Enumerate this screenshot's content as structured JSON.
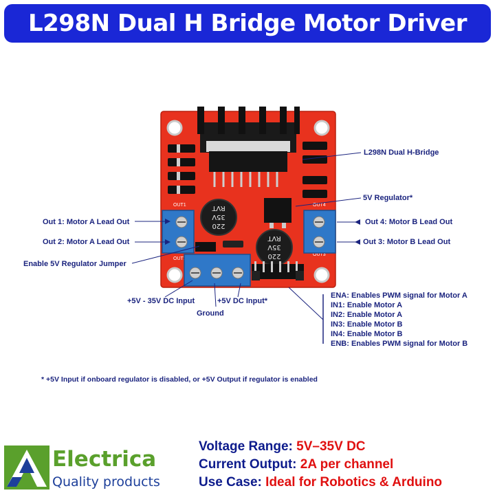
{
  "header": {
    "title": "L298N Dual H Bridge Motor Driver"
  },
  "callouts": {
    "hbridge": "L298N Dual H-Bridge",
    "regulator": "5V Regulator*",
    "out1": "Out 1: Motor A Lead Out",
    "out2": "Out 2: Motor A Lead Out",
    "out3": "Out 3: Motor B Lead Out",
    "out4": "Out 4: Motor B Lead Out",
    "jumper": "Enable 5V Regulator Jumper",
    "vin": "+5V - 35V DC Input",
    "ground": "Ground",
    "v5in": "+5V DC Input*",
    "pins": [
      "ENA: Enables PWM signal for Motor A",
      "IN1: Enable Motor A",
      "IN2: Enable Motor A",
      "IN3: Enable Motor B",
      "IN4: Enable Motor B",
      "ENB: Enables PWM signal for Motor B"
    ]
  },
  "board": {
    "cap_label_1": "220",
    "cap_label_2": "35V",
    "cap_label_3": "RVT",
    "silk_out1": "OUT1",
    "silk_out2": "OUT2",
    "silk_out3": "OUT3",
    "silk_out4": "OUT4"
  },
  "footnote": "*  +5V Input if onboard regulator is disabled, or +5V Output if regulator is enabled",
  "specs": [
    {
      "key": "Voltage Range:",
      "value": "5V–35V DC"
    },
    {
      "key": "Current Output:",
      "value": "2A per channel"
    },
    {
      "key": "Use Case:",
      "value": "Ideal for Robotics & Arduino"
    }
  ],
  "logo": {
    "name": "Electrica",
    "tagline": "Quality products"
  },
  "colors": {
    "banner": "#1a27d6",
    "board": "#e8321e",
    "terminal": "#2f78c8",
    "label": "#1a237e",
    "spec_key": "#0d1b8c",
    "spec_value": "#e01010",
    "logo_green": "#5aa02c",
    "logo_blue": "#1d3f9a"
  }
}
